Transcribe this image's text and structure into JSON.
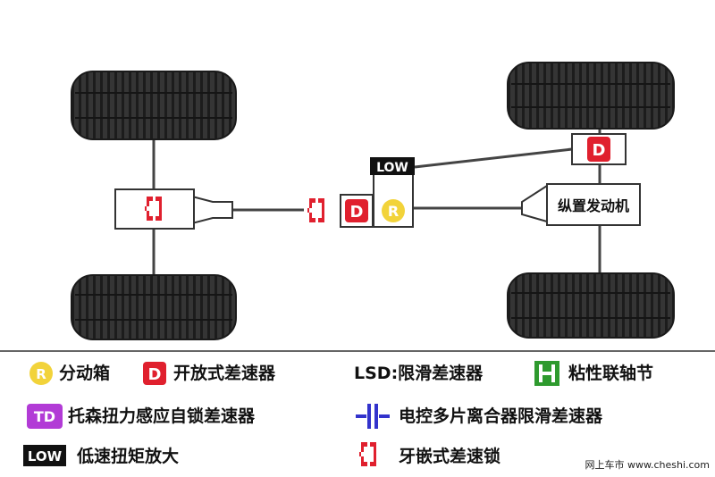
{
  "diagram": {
    "engine_label": "纵置发动机",
    "low_label": "LOW",
    "r_symbol": "R",
    "d_symbol": "D",
    "td_symbol": "TD"
  },
  "legend": {
    "transfer_case": "分动箱",
    "open_diff": "开放式差速器",
    "lsd": "LSD:限滑差速器",
    "viscous": "粘性联轴节",
    "torsen": "托森扭力感应自锁差速器",
    "electronic_multiplate": "电控多片离合器限滑差速器",
    "low_range": "低速扭矩放大",
    "dog_lock": "牙嵌式差速锁"
  },
  "watermark": "网上车市 www.cheshi.com",
  "colors": {
    "tire": "#2a2a2a",
    "red": "#e0202e",
    "yellow": "#f2d33a",
    "green": "#2e9a2e",
    "purple": "#b23bd6",
    "blue": "#3333cc"
  }
}
